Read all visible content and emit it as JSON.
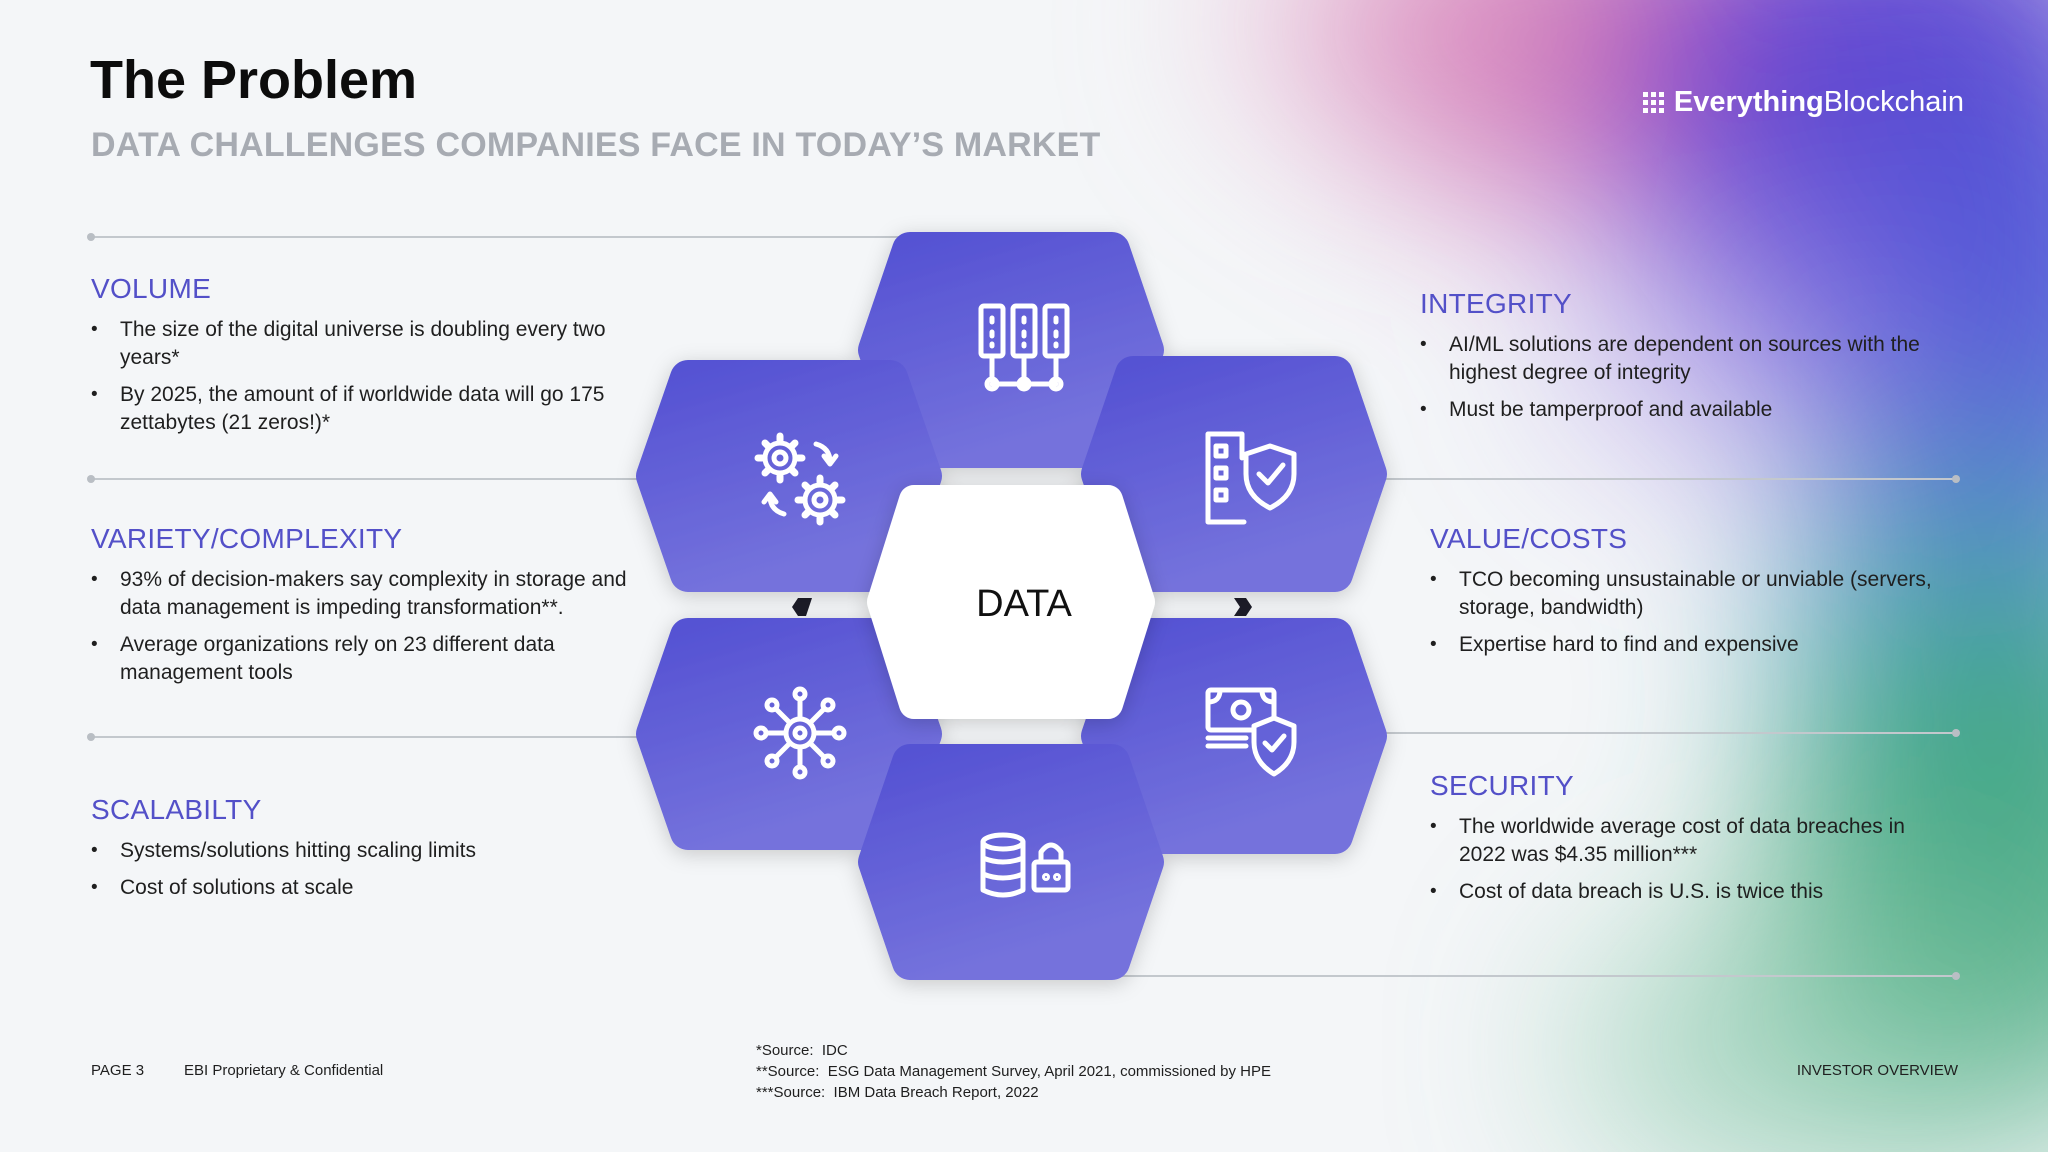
{
  "header": {
    "title": "The Problem",
    "subtitle": "DATA CHALLENGES COMPANIES FACE IN TODAY’S MARKET"
  },
  "logo": {
    "bold": "Everything",
    "light": "Blockchain"
  },
  "center_label": "DATA",
  "sections": {
    "volume": {
      "heading": "VOLUME",
      "bullets": [
        "The size of the digital universe is doubling every two years*",
        "By 2025, the amount of if worldwide data will go 175  zettabytes (21 zeros!)*"
      ]
    },
    "variety": {
      "heading": "VARIETY/COMPLEXITY",
      "bullets": [
        "93% of decision-makers say complexity in storage and data management is impeding transformation**.",
        "Average organizations rely on 23 different data management tools"
      ]
    },
    "scalability": {
      "heading": "SCALABILTY",
      "bullets": [
        "Systems/solutions hitting scaling limits",
        "Cost of solutions at scale"
      ]
    },
    "integrity": {
      "heading": "INTEGRITY",
      "bullets": [
        "AI/ML solutions are dependent on sources with the highest degree of integrity",
        "Must be tamperproof and available"
      ]
    },
    "value": {
      "heading": "VALUE/COSTS",
      "bullets": [
        "TCO becoming unsustainable or unviable (servers, storage, bandwidth)",
        "Expertise hard to find and expensive"
      ]
    },
    "security": {
      "heading": "SECURITY",
      "bullets": [
        "The worldwide average cost of data breaches in 2022 was $4.35 million***",
        "Cost of data breach is U.S. is twice this"
      ]
    }
  },
  "footer": {
    "page": "PAGE 3",
    "confidential": "EBI Proprietary & Confidential",
    "right": "INVESTOR OVERVIEW",
    "sources": [
      "*Source:  IDC",
      "**Source:  ESG Data Management Survey, April 2021, commissioned by HPE",
      "***Source:  IBM Data Breach Report, 2022"
    ]
  },
  "icons": {
    "top": "server-rack-icon",
    "upper_left": "gears-sync-icon",
    "upper_right": "checklist-shield-icon",
    "lower_left": "network-hub-icon",
    "lower_right": "money-shield-icon",
    "bottom": "database-lock-icon"
  },
  "colors": {
    "hex_top": "#5653d4",
    "hex_bottom": "#6f6ddb",
    "heading": "#5350c8",
    "subtitle": "#a7abb2"
  }
}
